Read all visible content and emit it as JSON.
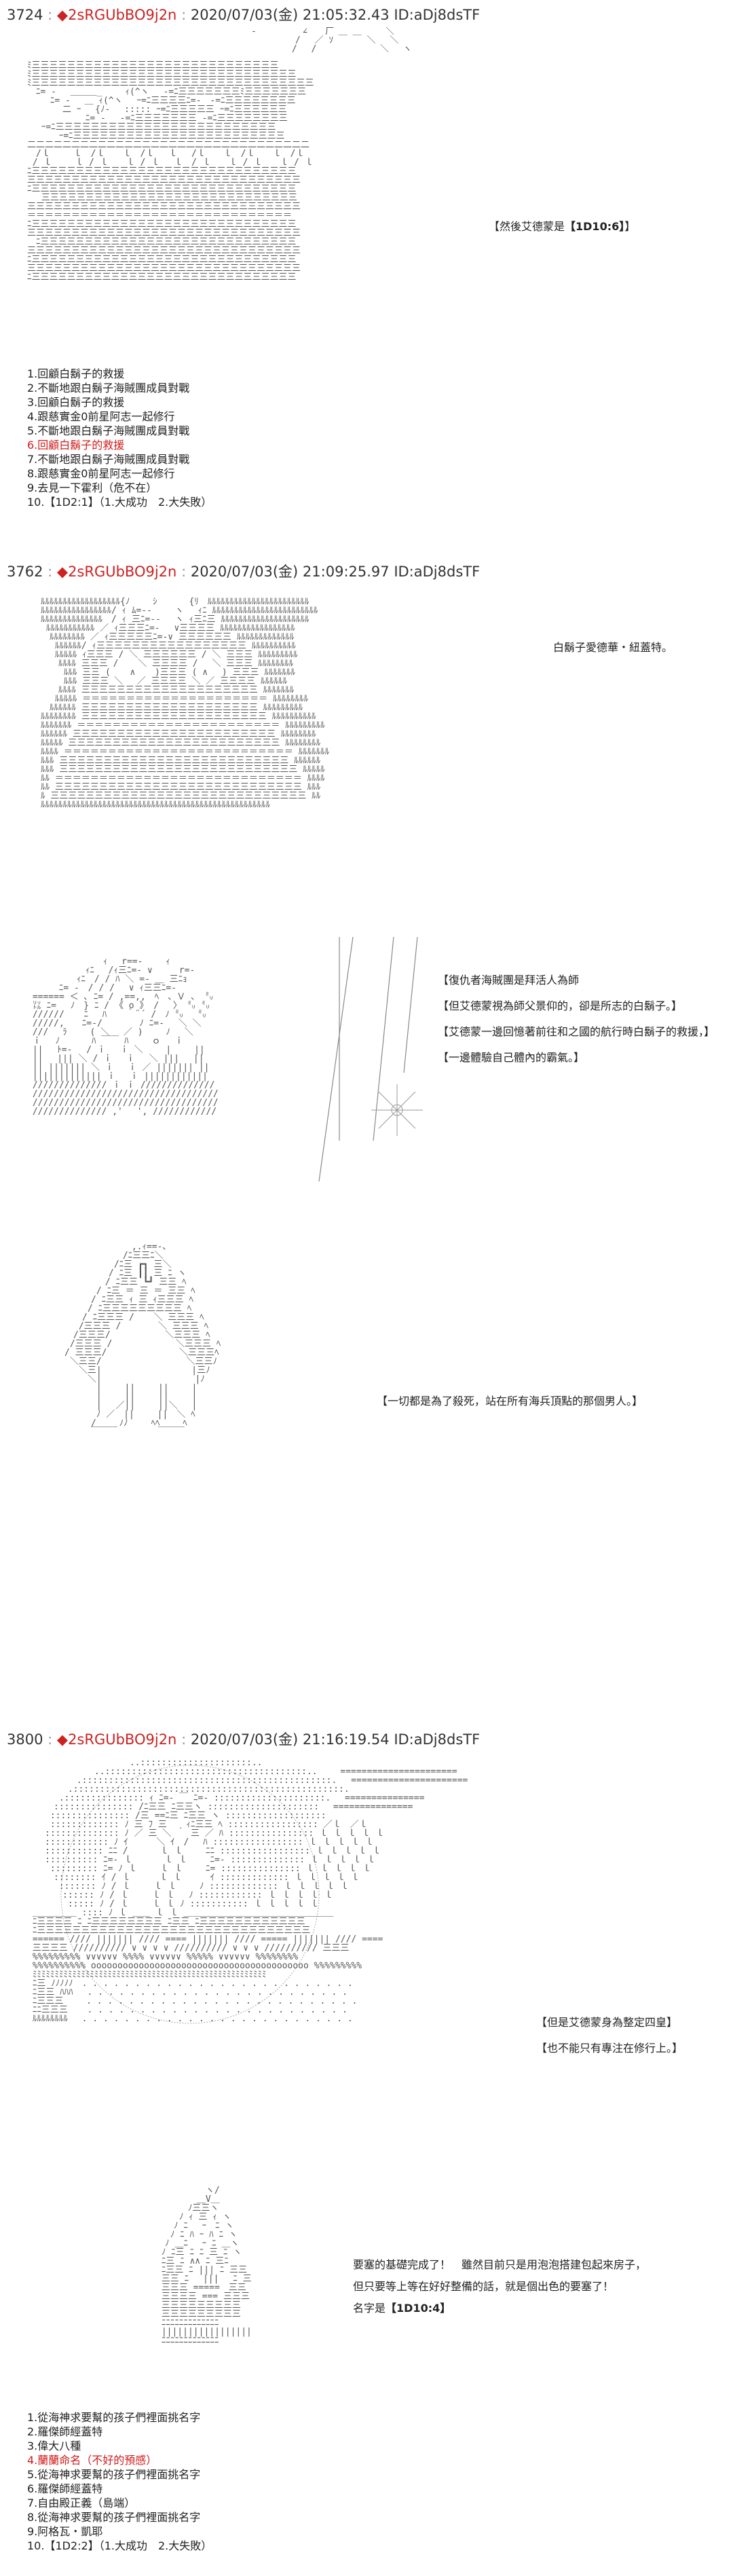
{
  "posts": [
    {
      "header": {
        "number": "3724",
        "colon": ":",
        "diamond": "◆",
        "tripcode": "2sRGUbBO9j2n",
        "datetime": "2020/07/03(金) 21:05:32.43 ID:aDj8dsTF"
      },
      "caption": {
        "text": "【然後艾德蒙是",
        "roll": "【1D10:6】",
        "close": "】"
      },
      "choices": [
        {
          "n": "1.",
          "text": "回顧白鬍子的救援"
        },
        {
          "n": "2.",
          "text": "不斷地跟白鬍子海賊團成員對戰"
        },
        {
          "n": "3.",
          "text": "回顧白鬍子的救援"
        },
        {
          "n": "4.",
          "text": "跟慈實金0前星阿志一起修行"
        },
        {
          "n": "5.",
          "text": "不斷地跟白鬍子海賊團成員對戰"
        },
        {
          "n": "6.",
          "text": "回顧白鬍子的救援"
        },
        {
          "n": "7.",
          "text": "不斷地跟白鬍子海賊團成員對戰"
        },
        {
          "n": "8.",
          "text": "跟慈實金0前星阿志一起修行"
        },
        {
          "n": "9.",
          "text": "去見一下霍利（危不在）"
        },
        {
          "n": "10.",
          "text": "【1D2:1】（1.大成功　2.大失敗）"
        }
      ]
    },
    {
      "header": {
        "number": "3762",
        "colon": ":",
        "diamond": "◆",
        "tripcode": "2sRGUbBO9j2n",
        "datetime": "2020/07/03(金) 21:09:25.97 ID:aDj8dsTF"
      },
      "panel1_text": "白鬍子愛德華・紐蓋特。",
      "panel2_lines": [
        "【復仇者海賊團是拜活人為師",
        "【但艾德蒙視為師父景仰的，卻是所志的白鬍子。】",
        "【艾德蒙一邊回憶著前往和之國的航行時白鬍子的救援，】",
        "【一邊體驗自己體內的霸氣。】"
      ],
      "panel3_text": "【一切都是為了殺死，站在所有海兵頂點的那個男人。】"
    },
    {
      "header": {
        "number": "3800",
        "colon": ":",
        "diamond": "◆",
        "tripcode": "2sRGUbBO9j2n",
        "datetime": "2020/07/03(金) 21:16:19.54 ID:aDj8dsTF"
      },
      "panel1_lines": [
        "【但是艾德蒙身為整定四皇】",
        "【也不能只有專注在修行上。】"
      ],
      "story_lines": [
        "要塞的基礎完成了！　雖然目前只是用泡泡搭建包起來房子，",
        "但只要等上等在好好整備的話，就是個出色的要塞了！"
      ],
      "name_line": {
        "text": "名字是",
        "roll": "【1D10:4】"
      },
      "choices": [
        {
          "n": "1.",
          "text": "從海神求要幫的孩子們裡面挑名字"
        },
        {
          "n": "2.",
          "text": "羅傑師經蓋特"
        },
        {
          "n": "3.",
          "text": "偉大八種"
        },
        {
          "n": "4.",
          "text": "蘭蘭命名（不好的預感）"
        },
        {
          "n": "5.",
          "text": "從海神求要幫的孩子們裡面挑名字"
        },
        {
          "n": "6.",
          "text": "羅傑師經蓋特"
        },
        {
          "n": "7.",
          "text": "自由殿正義（島端）"
        },
        {
          "n": "8.",
          "text": "從海神求要幫的孩子們裡面挑名字"
        },
        {
          "n": "9.",
          "text": "阿格瓦・凱耶"
        },
        {
          "n": "10.",
          "text": "【1D2:2】（1.大成功　2.大失敗）"
        }
      ]
    }
  ],
  "colors": {
    "accent_red": "#d21a1a",
    "art_gray": "#555555",
    "background": "#ffffff"
  }
}
